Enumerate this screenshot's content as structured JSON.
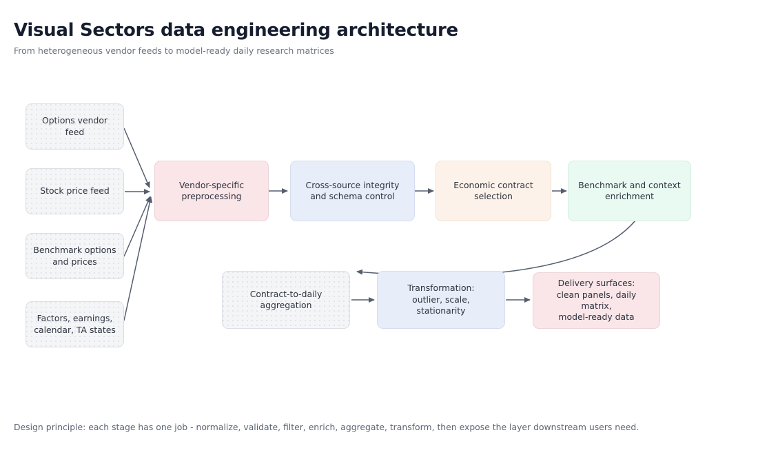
{
  "header": {
    "title": "Visual Sectors data engineering architecture",
    "subtitle": "From heterogeneous vendor feeds to model-ready daily research matrices"
  },
  "footer": {
    "note": "Design principle: each stage has one job - normalize, validate, filter, enrich, aggregate, transform, then expose the layer downstream users need."
  },
  "colors": {
    "background": "#ffffff",
    "title": "#161d2f",
    "subtitle": "#6b7280",
    "node_text": "#2e3440",
    "edge": "#555e6e",
    "grey": "#f4f5f7",
    "pink": "#fae5e8",
    "lavender": "#e8edfa",
    "cream": "#fdf2e9",
    "mint": "#e9faf2",
    "footer_text": "#5b6475"
  },
  "diagram": {
    "type": "flowchart",
    "sources": [
      {
        "id": "options-vendor-feed",
        "label": "Options vendor feed"
      },
      {
        "id": "stock-price-feed",
        "label": "Stock price feed"
      },
      {
        "id": "benchmark-options",
        "label": "Benchmark options\nand prices"
      },
      {
        "id": "factors-earnings",
        "label": "Factors, earnings,\ncalendar, TA states"
      }
    ],
    "pipeline": [
      {
        "id": "vendor-preprocessing",
        "label": "Vendor-specific\npreprocessing",
        "fill": "pink"
      },
      {
        "id": "integrity-schema",
        "label": "Cross-source integrity\nand schema control",
        "fill": "lavender"
      },
      {
        "id": "economic-contract",
        "label": "Economic contract\nselection",
        "fill": "cream"
      },
      {
        "id": "benchmark-enrichment",
        "label": "Benchmark and context\nenrichment",
        "fill": "mint"
      }
    ],
    "downstream": [
      {
        "id": "contract-to-daily",
        "label": "Contract-to-daily\naggregation",
        "fill": "grey"
      },
      {
        "id": "transformation",
        "label": "Transformation:\noutlier, scale,\nstationarity",
        "fill": "lavender"
      },
      {
        "id": "delivery-surfaces",
        "label": "Delivery surfaces:\nclean panels, daily matrix,\nmodel-ready data",
        "fill": "pink"
      }
    ],
    "edges": [
      {
        "from": "options-vendor-feed",
        "to": "vendor-preprocessing"
      },
      {
        "from": "stock-price-feed",
        "to": "vendor-preprocessing"
      },
      {
        "from": "benchmark-options",
        "to": "vendor-preprocessing"
      },
      {
        "from": "factors-earnings",
        "to": "vendor-preprocessing"
      },
      {
        "from": "vendor-preprocessing",
        "to": "integrity-schema"
      },
      {
        "from": "integrity-schema",
        "to": "economic-contract"
      },
      {
        "from": "economic-contract",
        "to": "benchmark-enrichment"
      },
      {
        "from": "benchmark-enrichment",
        "to": "contract-to-daily"
      },
      {
        "from": "contract-to-daily",
        "to": "transformation"
      },
      {
        "from": "transformation",
        "to": "delivery-surfaces"
      }
    ]
  }
}
